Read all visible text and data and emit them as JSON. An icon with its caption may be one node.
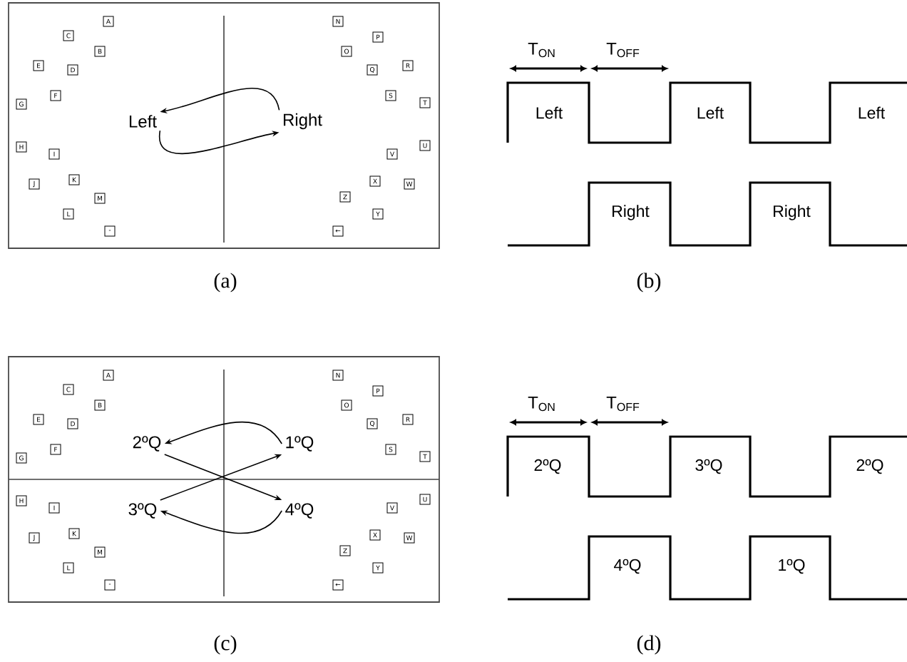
{
  "diagram": {
    "nodes": [
      {
        "text": [],
        "shape": "box"
      },
      {
        "text": [
          "A"
        ],
        "in": 0
      },
      {
        "text": [
          "C"
        ],
        "in": 0
      },
      {
        "text": [
          "B"
        ],
        "in": 0
      },
      {
        "text": [
          "E"
        ],
        "in": 0
      },
      {
        "text": [
          "D"
        ],
        "in": 0
      },
      {
        "text": [
          "F"
        ],
        "in": 0
      },
      {
        "text": [
          "G"
        ],
        "in": 0
      },
      {
        "text": [
          "H"
        ],
        "in": 0
      },
      {
        "text": [
          "I"
        ],
        "in": 0
      },
      {
        "text": [
          "J"
        ],
        "in": 0
      },
      {
        "text": [
          "K"
        ],
        "in": 0
      },
      {
        "text": [
          "M"
        ],
        "in": 0
      },
      {
        "text": [
          "L"
        ],
        "in": 0
      },
      {
        "text": [
          "-"
        ],
        "in": 0
      },
      {
        "text": [
          "N"
        ],
        "in": 0
      },
      {
        "text": [
          "P"
        ],
        "in": 0
      },
      {
        "text": [
          "O"
        ],
        "in": 0
      },
      {
        "text": [
          "Q"
        ],
        "in": 0
      },
      {
        "text": [
          "R"
        ],
        "in": 0
      },
      {
        "text": [
          "S"
        ],
        "in": 0
      },
      {
        "text": [
          "T"
        ],
        "in": 0
      },
      {
        "text": [
          "U"
        ],
        "in": 0
      },
      {
        "text": [
          "V"
        ],
        "in": 0
      },
      {
        "text": [
          "X"
        ],
        "in": 0
      },
      {
        "text": [
          "W"
        ],
        "in": 0
      },
      {
        "text": [
          "Z"
        ],
        "in": 0
      },
      {
        "text": [
          "Y"
        ],
        "in": 0
      },
      {
        "text": [
          "←"
        ],
        "in": 0
      },
      {
        "text": [
          "Left"
        ],
        "in": 0
      },
      {
        "text": [
          "Right"
        ],
        "in": 0
      },
      {
        "text": [],
        "shape": "box"
      },
      {
        "text": [
          "A"
        ],
        "in": 31
      },
      {
        "text": [
          "C"
        ],
        "in": 31
      },
      {
        "text": [
          "B"
        ],
        "in": 31
      },
      {
        "text": [
          "E"
        ],
        "in": 31
      },
      {
        "text": [
          "D"
        ],
        "in": 31
      },
      {
        "text": [
          "F"
        ],
        "in": 31
      },
      {
        "text": [
          "G"
        ],
        "in": 31
      },
      {
        "text": [
          "H"
        ],
        "in": 31
      },
      {
        "text": [
          "I"
        ],
        "in": 31
      },
      {
        "text": [
          "J"
        ],
        "in": 31
      },
      {
        "text": [
          "K"
        ],
        "in": 31
      },
      {
        "text": [
          "M"
        ],
        "in": 31
      },
      {
        "text": [
          "L"
        ],
        "in": 31
      },
      {
        "text": [
          "-"
        ],
        "in": 31
      },
      {
        "text": [
          "N"
        ],
        "in": 31
      },
      {
        "text": [
          "P"
        ],
        "in": 31
      },
      {
        "text": [
          "O"
        ],
        "in": 31
      },
      {
        "text": [
          "Q"
        ],
        "in": 31
      },
      {
        "text": [
          "R"
        ],
        "in": 31
      },
      {
        "text": [
          "S"
        ],
        "in": 31
      },
      {
        "text": [
          "T"
        ],
        "in": 31
      },
      {
        "text": [
          "U"
        ],
        "in": 31
      },
      {
        "text": [
          "V"
        ],
        "in": 31
      },
      {
        "text": [
          "X"
        ],
        "in": 31
      },
      {
        "text": [
          "W"
        ],
        "in": 31
      },
      {
        "text": [
          "Z"
        ],
        "in": 31
      },
      {
        "text": [
          "Y"
        ],
        "in": 31
      },
      {
        "text": [
          "←"
        ],
        "in": 31
      },
      {
        "text": [
          "2ºQ"
        ],
        "in": 31
      },
      {
        "text": [
          "1ºQ"
        ],
        "in": 31
      },
      {
        "text": [
          "3ºQ"
        ],
        "in": 31
      },
      {
        "text": [
          "4ºQ"
        ],
        "in": 31
      }
    ],
    "edges": [
      {
        "from": 30,
        "to": 29,
        "arrow": "to"
      },
      {
        "from": 29,
        "to": 30,
        "arrow": "to"
      },
      {
        "from": 61,
        "to": 60,
        "arrow": "to"
      },
      {
        "from": 60,
        "to": 63,
        "arrow": "to"
      },
      {
        "from": 62,
        "to": 61,
        "arrow": "to"
      },
      {
        "from": 63,
        "to": 62,
        "arrow": "to"
      }
    ],
    "labels": [
      "T$_{ON}$",
      "T$_{OFF}$",
      "Left",
      "Left",
      "Left",
      "Right",
      "Right",
      "(a)",
      "(b)",
      "T$_{ON}$",
      "T$_{OFF}$",
      "2ºQ",
      "3ºQ",
      "2ºQ",
      "4ºQ",
      "1ºQ",
      "(c)",
      "(d)"
    ]
  }
}
